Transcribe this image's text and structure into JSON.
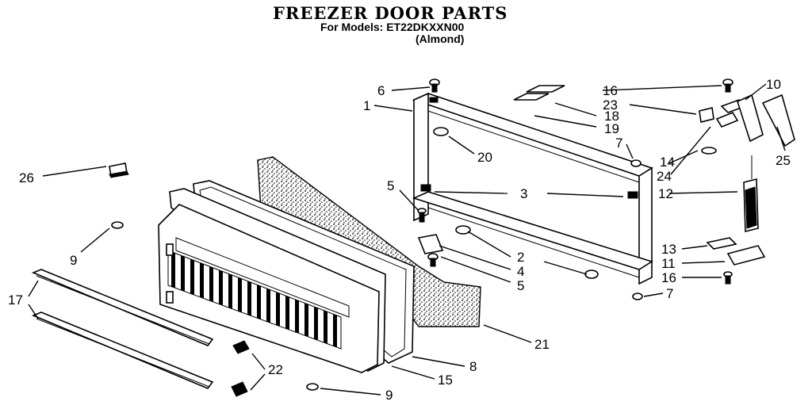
{
  "header": {
    "title": "FREEZER DOOR PARTS",
    "models": "For Models: ET22DKXXN00",
    "color": "(Almond)"
  },
  "callouts": [
    "1",
    "2",
    "3",
    "4",
    "5",
    "6",
    "7",
    "8",
    "9",
    "10",
    "11",
    "12",
    "13",
    "14",
    "15",
    "16",
    "17",
    "18",
    "19",
    "20",
    "21",
    "22",
    "23",
    "24",
    "25",
    "26"
  ],
  "labels": {
    "l1": "1",
    "l2": "2",
    "l3": "3",
    "l4": "4",
    "l5a": "5",
    "l5b": "5",
    "l6": "6",
    "l7a": "7",
    "l7b": "7",
    "l8": "8",
    "l9a": "9",
    "l9b": "9",
    "l10": "10",
    "l11": "11",
    "l12": "12",
    "l13": "13",
    "l14": "14",
    "l15": "15",
    "l16a": "16",
    "l16b": "16",
    "l17": "17",
    "l18": "18",
    "l19": "19",
    "l20": "20",
    "l21": "21",
    "l22": "22",
    "l23": "23",
    "l24": "24",
    "l25": "25",
    "l26": "26"
  }
}
